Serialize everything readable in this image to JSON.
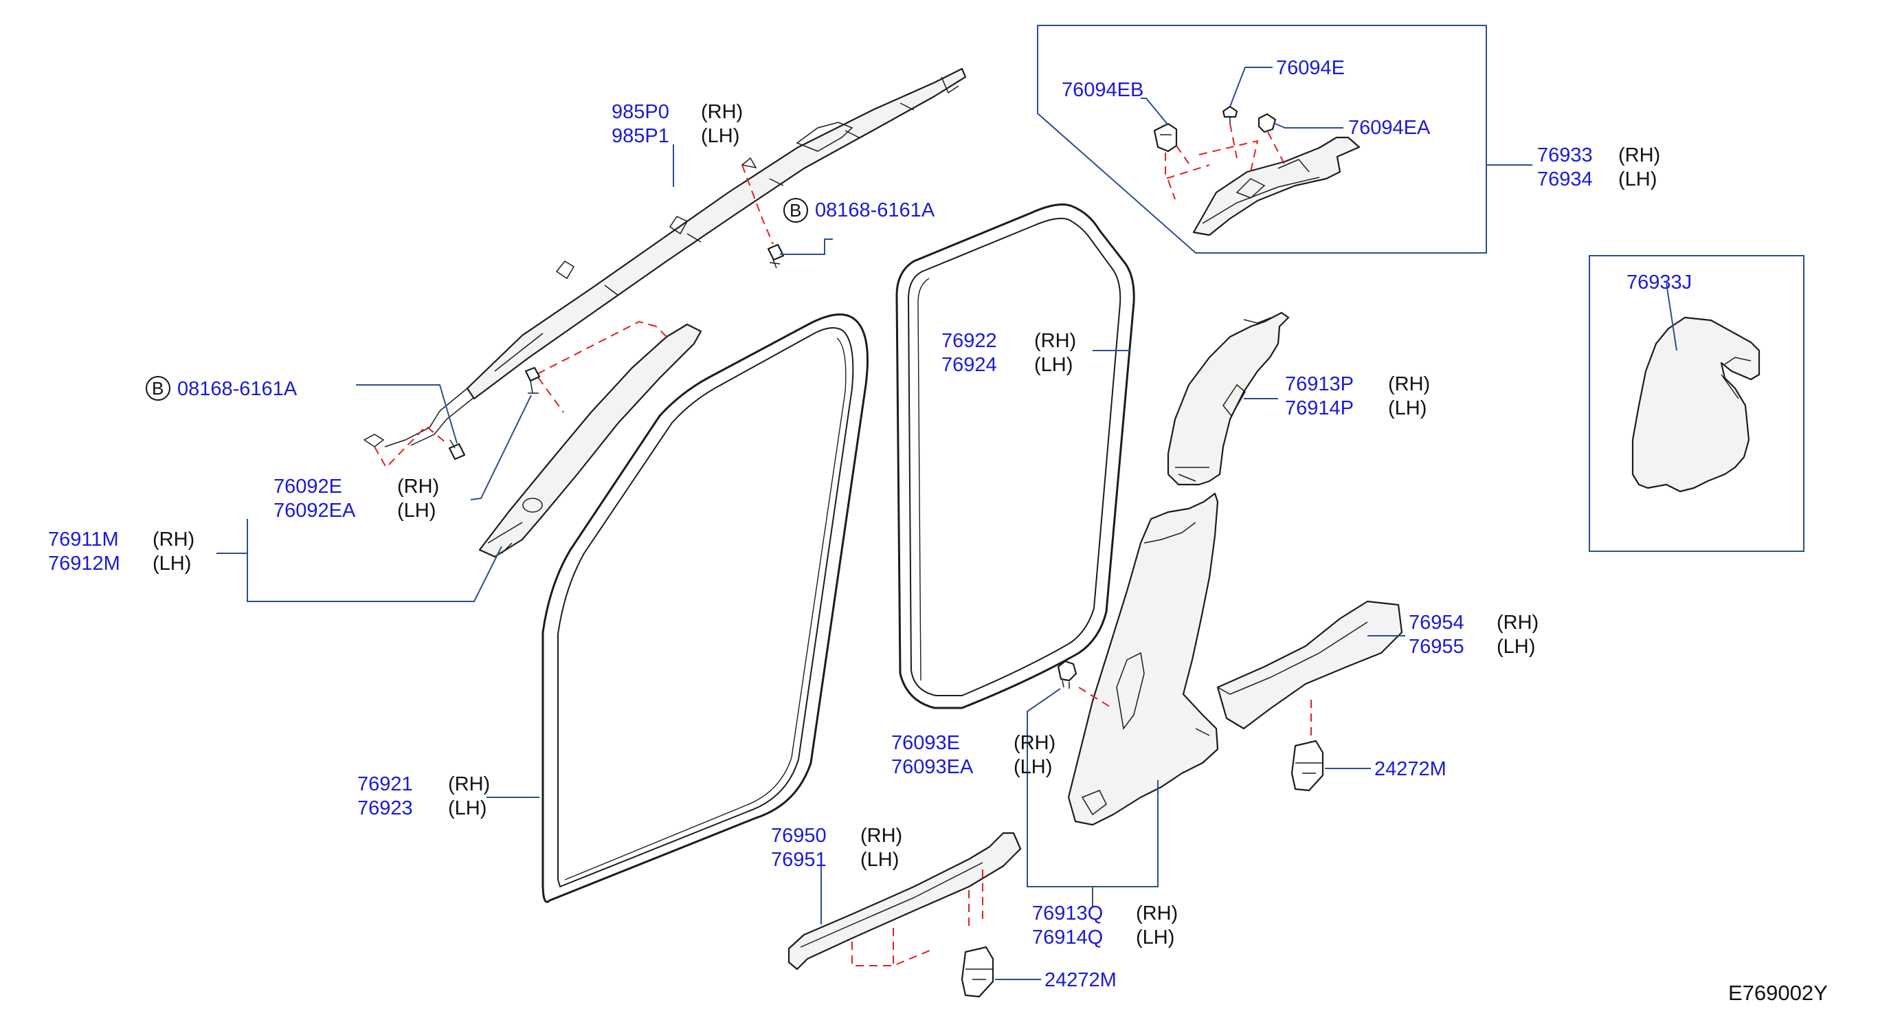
{
  "callouts": {
    "airbag": {
      "part_rh": "985P0",
      "part_lh": "985P1",
      "side_rh": "(RH)",
      "side_lh": "(LH)"
    },
    "bolt_upper": {
      "badge": "B",
      "part": "08168-6161A"
    },
    "bolt_left": {
      "badge": "B",
      "part": "08168-6161A"
    },
    "clip_76092": {
      "part_rh": "76092E",
      "part_lh": "76092EA",
      "side_rh": "(RH)",
      "side_lh": "(LH)"
    },
    "pillar_front": {
      "part_rh": "76911M",
      "part_lh": "76912M",
      "side_rh": "(RH)",
      "side_lh": "(LH)"
    },
    "seal_front": {
      "part_rh": "76921",
      "part_lh": "76923",
      "side_rh": "(RH)",
      "side_lh": "(LH)"
    },
    "seal_rear": {
      "part_rh": "76922",
      "part_lh": "76924",
      "side_rh": "(RH)",
      "side_lh": "(LH)"
    },
    "center_upper": {
      "part_rh": "76913P",
      "part_lh": "76914P",
      "side_rh": "(RH)",
      "side_lh": "(LH)"
    },
    "clip_76093": {
      "part_rh": "76093E",
      "part_lh": "76093EA",
      "side_rh": "(RH)",
      "side_lh": "(LH)"
    },
    "center_lower": {
      "part_rh": "76913Q",
      "part_lh": "76914Q",
      "side_rh": "(RH)",
      "side_lh": "(LH)"
    },
    "kick_front": {
      "part_rh": "76950",
      "part_lh": "76951",
      "side_rh": "(RH)",
      "side_lh": "(LH)"
    },
    "kick_rear": {
      "part_rh": "76954",
      "part_lh": "76955",
      "side_rh": "(RH)",
      "side_lh": "(LH)"
    },
    "clamp_rear": {
      "part": "24272M"
    },
    "clamp_front": {
      "part": "24272M"
    },
    "box_top": {
      "part_rh": "76933",
      "part_lh": "76934",
      "side_rh": "(RH)",
      "side_lh": "(LH)",
      "clip_eb": "76094EB",
      "clip_e": "76094E",
      "clip_ea": "76094EA"
    },
    "box_right": {
      "part": "76933J"
    }
  },
  "diagram_code": "E769002Y",
  "colors": {
    "part_number": "#1a1ad6",
    "leader": "#2b4f8e",
    "hidden_line": "#e02020"
  }
}
